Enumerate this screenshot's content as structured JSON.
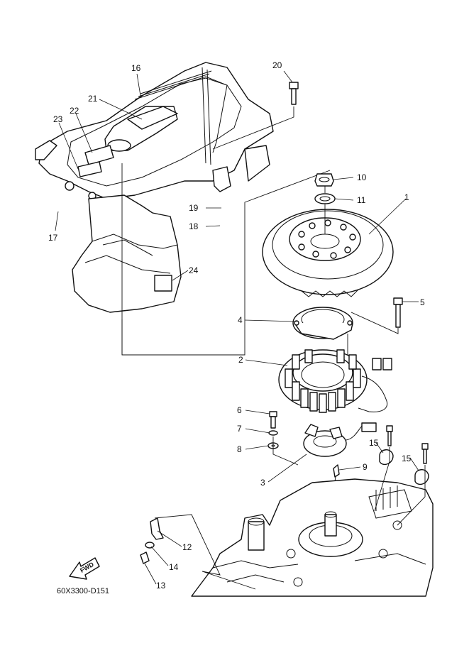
{
  "diagram_code": "60X3300-D151",
  "fwd_label": "FWD",
  "callouts": {
    "c1": "1",
    "c2": "2",
    "c3": "3",
    "c4": "4",
    "c5": "5",
    "c6": "6",
    "c7": "7",
    "c8": "8",
    "c9": "9",
    "c10": "10",
    "c11": "11",
    "c12": "12",
    "c13": "13",
    "c14": "14",
    "c15a": "15",
    "c15b": "15",
    "c16": "16",
    "c17": "17",
    "c18": "18",
    "c19": "19",
    "c20": "20",
    "c21": "21",
    "c22": "22",
    "c23": "23",
    "c24": "24"
  }
}
